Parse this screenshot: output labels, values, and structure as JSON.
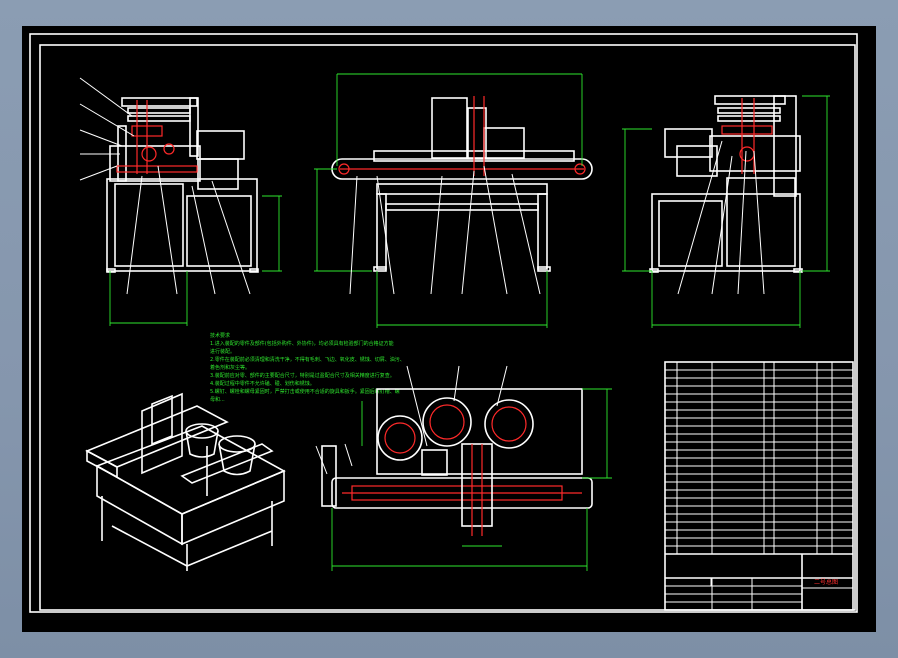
{
  "title_block": {
    "drawing_name": "二号总图"
  },
  "tech_notes": {
    "heading": "技术要求",
    "lines": [
      "1.进入装配的零件及部件(包括外购件、外协件)，均必须具有检验部门的合格证方能",
      "进行装配。",
      "2.零件在装配前必须清理和清洗干净，不得有毛刺、飞边、氧化皮、锈蚀、切屑、油污、",
      "着色剂和灰尘等。",
      "3.装配前应对零、部件的主要配合尺寸，特别是过盈配合尺寸及相关精度进行复查。",
      "4.装配过程中零件不允许磕、碰、划伤和锈蚀。",
      "5.螺钉、螺栓和螺母紧固时，严禁打击或使用不合适的旋具和扳手。紧固后螺钉槽、螺",
      "母和..."
    ]
  },
  "colors": {
    "window_bg": "#8596ad",
    "sheet_bg": "#000000",
    "line_white": "#ffffff",
    "line_red": "#ff2a2a",
    "dimension_green": "#2ee62e"
  }
}
